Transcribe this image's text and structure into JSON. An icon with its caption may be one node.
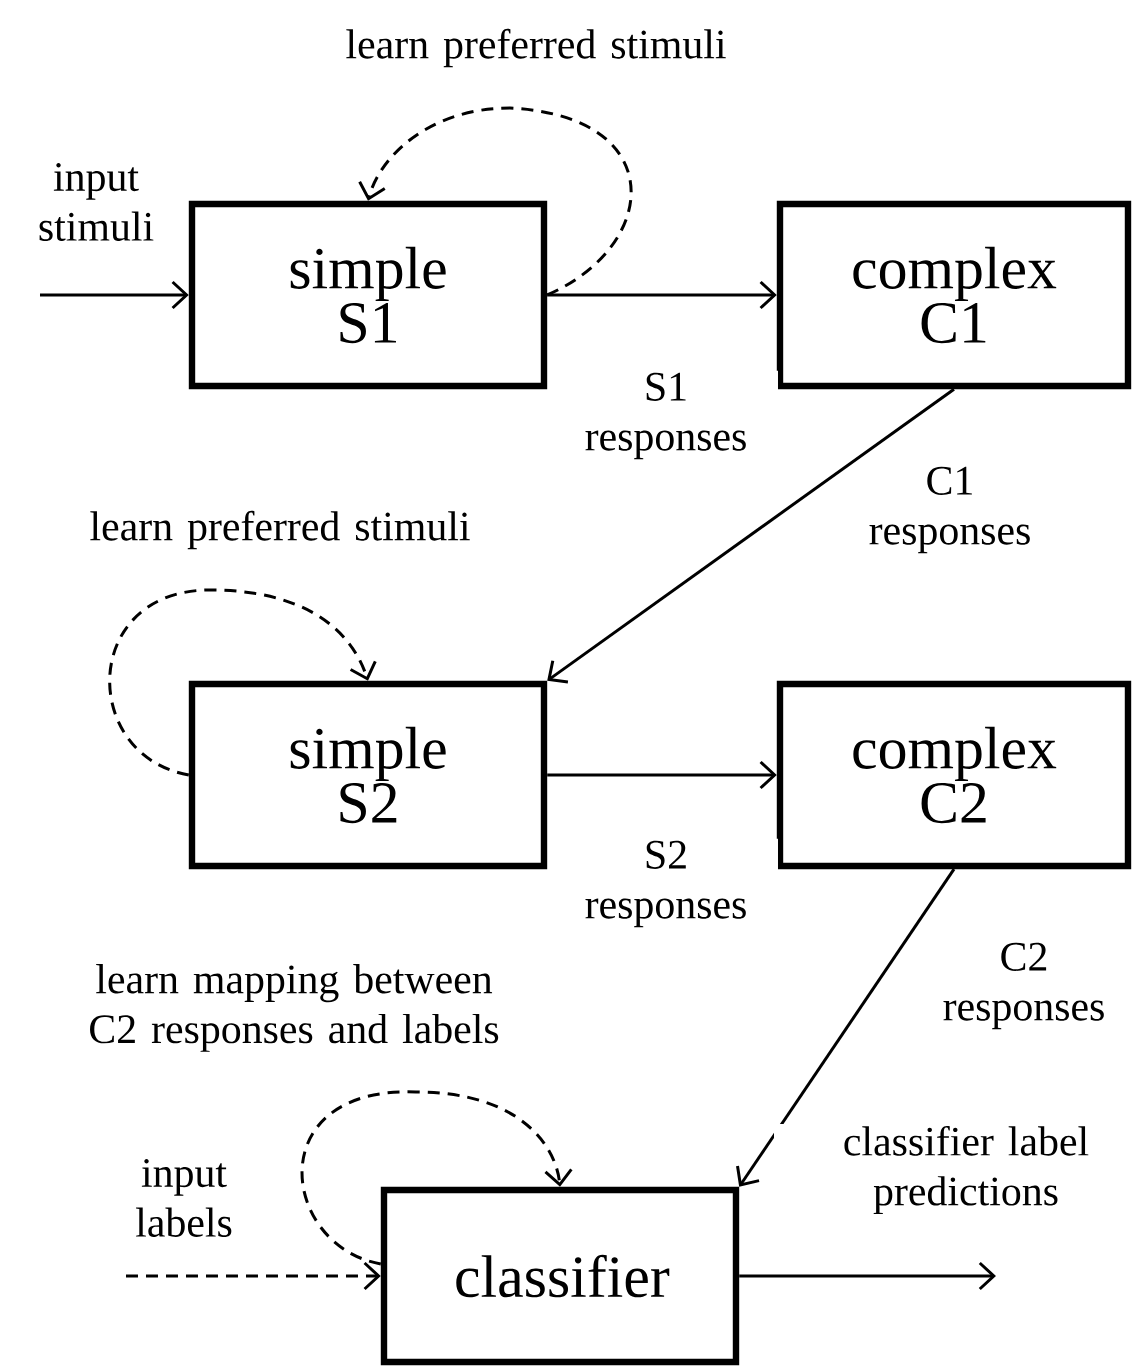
{
  "diagram": {
    "nodes": [
      {
        "text": [
          "simple S1"
        ]
      },
      {
        "text": [
          "complex C1"
        ]
      },
      {
        "text": [
          "simple S2"
        ]
      },
      {
        "text": [
          "complex C2"
        ]
      },
      {
        "text": [
          "classifier"
        ]
      }
    ],
    "edges": [
      {
        "from": null,
        "to": 0,
        "arrow": "to",
        "label": "input stimuli"
      },
      {
        "from": 0,
        "to": 0,
        "arrow": "to",
        "style": "dashed",
        "label": "learn preferred stimuli"
      },
      {
        "from": 0,
        "to": 1,
        "arrow": "to",
        "label": "S1 responses"
      },
      {
        "from": 1,
        "to": 2,
        "arrow": "to",
        "label": "C1 responses"
      },
      {
        "from": 2,
        "to": 2,
        "arrow": "to",
        "style": "dashed",
        "label": "learn preferred stimuli"
      },
      {
        "from": 2,
        "to": 3,
        "arrow": "to",
        "label": "S2 responses"
      },
      {
        "from": 3,
        "to": 4,
        "arrow": "to",
        "label": "C2 responses"
      },
      {
        "from": 4,
        "to": 4,
        "arrow": "to",
        "style": "dashed",
        "label": "learn mapping between C2 responses and labels"
      },
      {
        "from": null,
        "to": 4,
        "arrow": "to",
        "style": "dashed",
        "label": "input labels"
      },
      {
        "from": 4,
        "to": null,
        "arrow": "to",
        "label": "classifier label predictions"
      }
    ]
  }
}
